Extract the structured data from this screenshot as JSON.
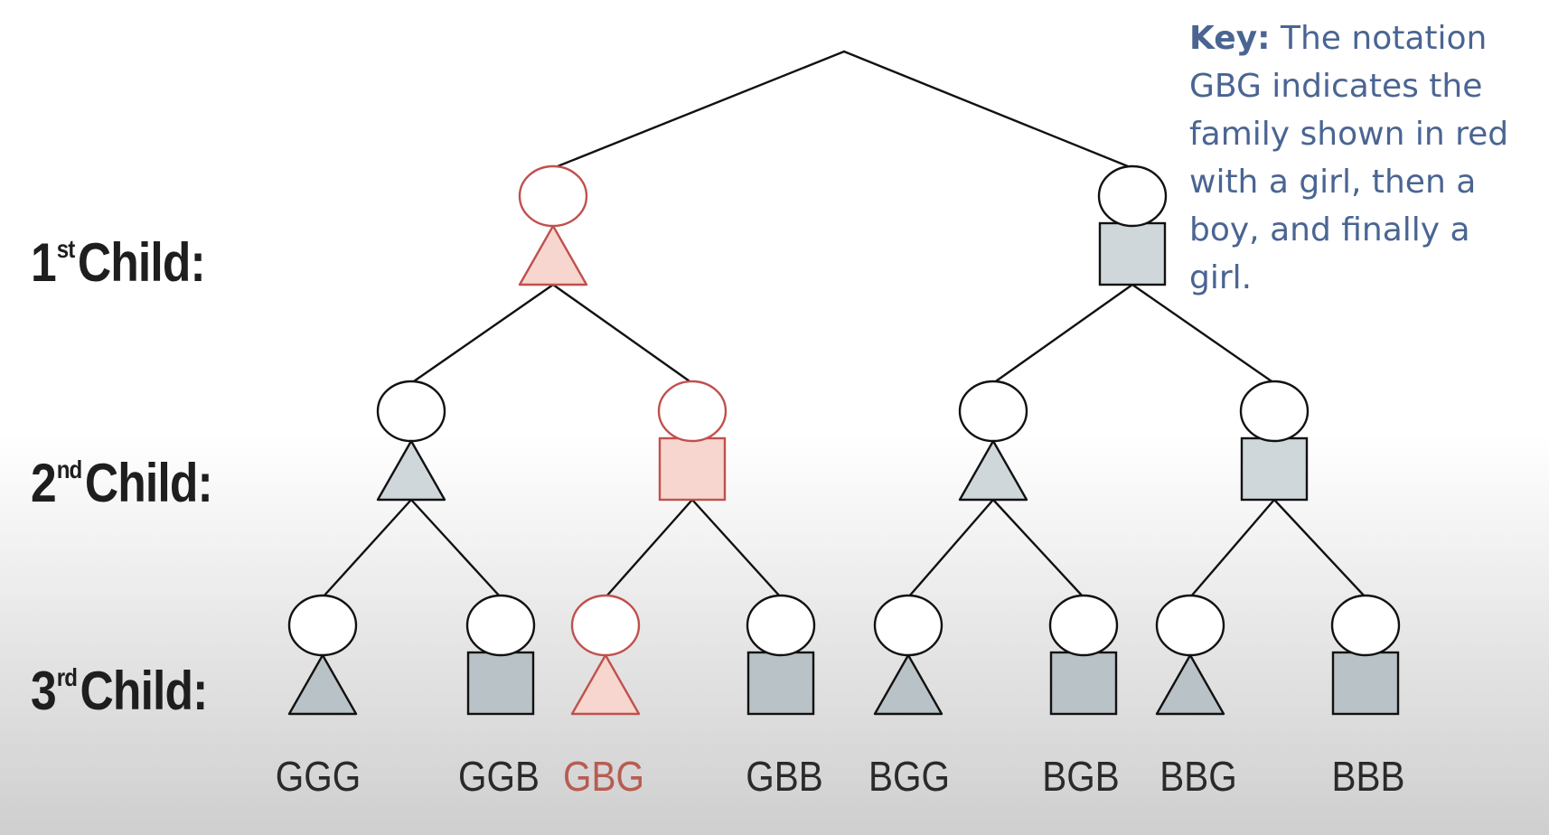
{
  "key": {
    "heading": "Key:",
    "text": "The notation GBG indicates the family shown in red with a girl, then a boy, and finally a girl."
  },
  "rows": [
    {
      "num": "1",
      "suffix": "st",
      "word": "Child:"
    },
    {
      "num": "2",
      "suffix": "nd",
      "word": "Child:"
    },
    {
      "num": "3",
      "suffix": "rd",
      "word": "Child:"
    }
  ],
  "outcomes": [
    "GGG",
    "GGB",
    "GBG",
    "GBB",
    "BGG",
    "BGB",
    "BBG",
    "BBB"
  ],
  "highlight": "GBG",
  "colors": {
    "line": "#111111",
    "highlight_stroke": "#c0504d",
    "highlight_fill": "#f7d6cf",
    "gray_fill": "#cfd7db",
    "gray_fill_dark": "#b9c2c7",
    "key_text": "#4a6592",
    "label_text": "#1e1e1e"
  },
  "symbols": {
    "girl": "triangle-below-circle-icon",
    "boy": "square-below-circle-icon"
  }
}
